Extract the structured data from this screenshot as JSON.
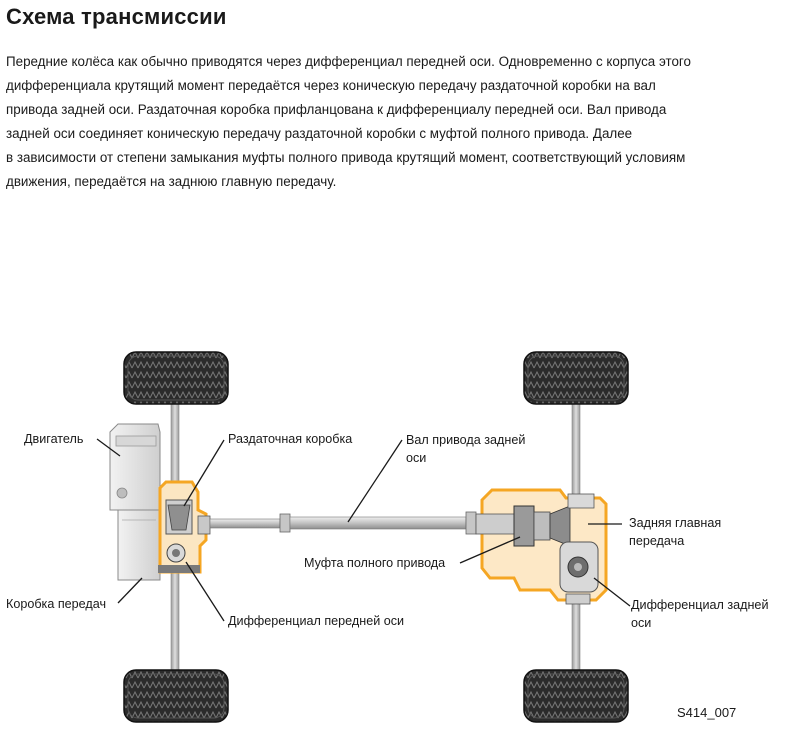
{
  "title": "Схема трансмиссии",
  "paragraph": "Передние колёса как обычно приводятся через дифференциал передней оси. Одновременно с корпуса этого\nдифференциала крутящий момент передаётся через коническую передачу раздаточной коробки на вал\nпривода задней оси. Раздаточная коробка прифланцована к дифференциалу передней оси. Вал привода\nзадней оси соединяет коническую передачу раздаточной коробки с муфтой полного привода. Далее\nв зависимости от степени замыкания муфты полного привода крутящий момент, соответствующий условиям\nдвижения, передаётся на заднюю главную передачу.",
  "labels": {
    "engine": "Двигатель",
    "transfer_case": "Раздаточная коробка",
    "rear_shaft": "Вал привода задней\nоси",
    "rear_final_drive": "Задняя главная\nпередача",
    "awd_clutch": "Муфта полного привода",
    "gearbox": "Коробка передач",
    "front_diff": "Дифференциал передней оси",
    "rear_diff": "Дифференциал задней\nоси"
  },
  "figure_code": "S414_007",
  "colors": {
    "highlight": "#f5a623",
    "tire": "#2a2a2a",
    "shaft": "#b8b8b8",
    "engine": "#e4e4e4"
  }
}
